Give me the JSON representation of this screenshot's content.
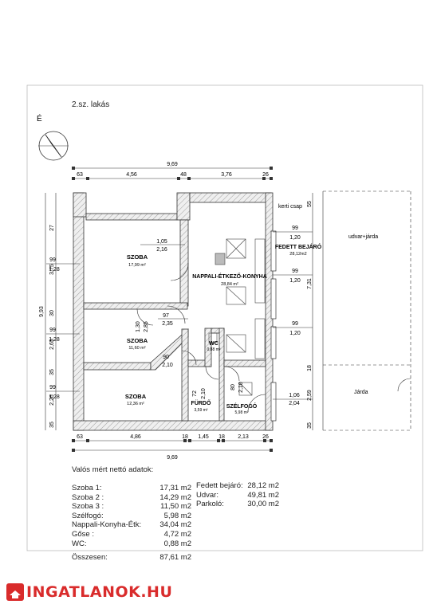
{
  "title": "2.sz. lakás",
  "north_label": "É",
  "dims_top": {
    "total": "9,69",
    "parts": [
      "63",
      "4,56",
      "48",
      "3,76",
      "26"
    ]
  },
  "dims_bottom": {
    "total": "9,69",
    "parts": [
      "63",
      "4,86",
      "18",
      "1,45",
      "18",
      "2,13",
      "26"
    ]
  },
  "dims_left": {
    "total": "9,93",
    "parts": [
      "27",
      "3,75",
      "30",
      "2,65",
      "35",
      "2,26",
      "35"
    ]
  },
  "dims_right": {
    "parts": [
      "55",
      "7,31",
      "18",
      "2,59",
      "35"
    ]
  },
  "windows_left": [
    {
      "w": "99",
      "h": "1,28"
    },
    {
      "w": "99",
      "h": "1,28"
    },
    {
      "w": "99",
      "h": "1,28"
    }
  ],
  "windows_right": [
    {
      "w": "99",
      "h": "1,20"
    },
    {
      "w": "99",
      "h": "1,20"
    },
    {
      "w": "99",
      "h": "1,20"
    },
    {
      "w": "1,06",
      "h": "2,04"
    }
  ],
  "door_marks": [
    {
      "w": "1,05",
      "h": "2,16"
    },
    {
      "w": "97",
      "h": "2,35"
    },
    {
      "w": "1,30",
      "h": "2,85"
    },
    {
      "w": "90",
      "h": "2,10"
    },
    {
      "w": "72",
      "h": "2,10"
    },
    {
      "w": "80",
      "h": "2,10"
    }
  ],
  "rooms": [
    {
      "name": "SZOBA",
      "area": "17,99 m²"
    },
    {
      "name": "SZOBA",
      "area": "11,60 m²"
    },
    {
      "name": "SZOBA",
      "area": "12,36 m²"
    },
    {
      "name": "NAPPALI-ÉTKEZŐ-KONYHA",
      "area": "28,84 m²"
    },
    {
      "name": "WC",
      "area": "0,88 m²"
    },
    {
      "name": "FÜRDŐ",
      "area": "3,59 m²"
    },
    {
      "name": "SZÉLFOGÓ",
      "area": "5,98 m²"
    },
    {
      "name": "FEDETT BEJÁRÓ",
      "area": "28,12m2"
    }
  ],
  "outside_labels": {
    "tap": "kerti csap",
    "yard": "udvar+járda",
    "walk": "Járda"
  },
  "notes": {
    "heading": "Valós mért nettó adatok:",
    "items": [
      {
        "label": "Szoba 1:",
        "value": "17,31 m2"
      },
      {
        "label": "Szoba 2 :",
        "value": "14,29 m2"
      },
      {
        "label": "Szoba 3 :",
        "value": "11,50 m2"
      },
      {
        "label": "Szélfogó:",
        "value": "5,98 m2"
      },
      {
        "label": "Nappali-Konyha-Étk:",
        "value": "34,04 m2"
      },
      {
        "label": "Gőse :",
        "value": "4,72 m2"
      },
      {
        "label": "WC:",
        "value": "0,88 m2"
      }
    ],
    "total": {
      "label": "Összesen:",
      "value": "87,61 m2"
    }
  },
  "extra": [
    {
      "label": "Fedett bejáró:",
      "value": "28,12 m2"
    },
    {
      "label": "Udvar:",
      "value": "49,81 m2"
    },
    {
      "label": "Parkoló:",
      "value": "30,00 m2"
    }
  ],
  "logo_text": "INGATLANOK.HU",
  "colors": {
    "wall_hatch": "#e8e8e8",
    "line": "#333333",
    "accent": "#d92b2b"
  }
}
